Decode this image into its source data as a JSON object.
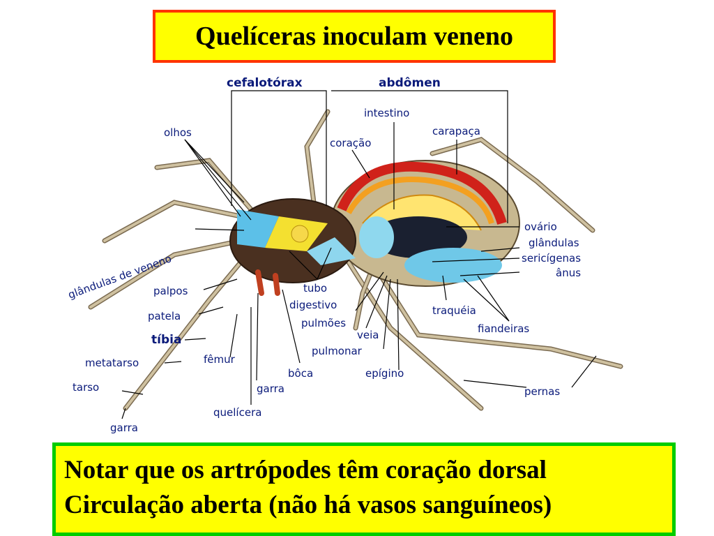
{
  "title": "Quelíceras inoculam veneno",
  "notes": [
    "Notar que os artrópodes têm coração dorsal",
    "Circulação aberta (não há vasos sanguíneos)"
  ],
  "labels": {
    "cefalotorax": "cefalotórax",
    "abdomen": "abdômen",
    "intestino": "intestino",
    "carapaca": "carapaça",
    "olhos": "olhos",
    "coracao": "coração",
    "glandulas_veneno": "glândulas de veneno",
    "ovario": "ovário",
    "glandulas": "glândulas",
    "sericigenas": "sericígenas",
    "anus": "ânus",
    "palpos": "palpos",
    "tubo": "tubo",
    "digestivo": "digestivo",
    "patela": "patela",
    "tibia": "tíbia",
    "pulmoes": "pulmões",
    "veia": "veia",
    "pulmonar": "pulmonar",
    "traqueia": "traquéia",
    "fiandeiras": "fiandeiras",
    "metatarso": "metatarso",
    "femur": "fêmur",
    "boca": "bôca",
    "epigino": "epígino",
    "tarso": "tarso",
    "garra_1": "garra",
    "pernas": "pernas",
    "quelicera": "quelícera",
    "garra_2": "garra"
  },
  "colors": {
    "title_bg": "#ffff00",
    "title_border": "#ff3300",
    "note_border": "#00cc00",
    "label_text": "#0a1a7a"
  }
}
